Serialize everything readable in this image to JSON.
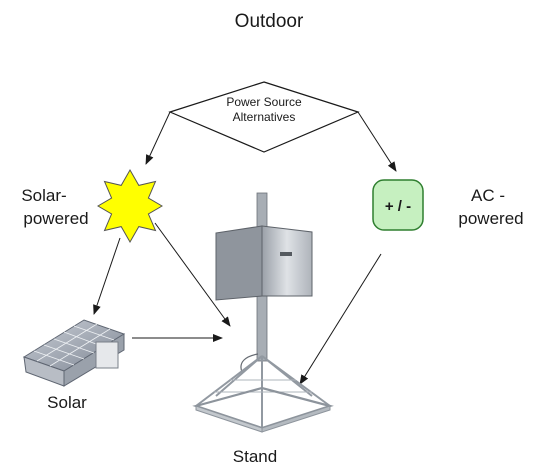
{
  "title": "Outdoor",
  "decision": {
    "line1": "Power Source",
    "line2": "Alternatives"
  },
  "solar_source": {
    "line1": "Solar-",
    "line2": "powered"
  },
  "ac_source": {
    "line1": "AC -",
    "line2": "powered",
    "symbol": "+ / -"
  },
  "solar_panel": {
    "label": "Solar"
  },
  "stand": {
    "label": "Stand"
  },
  "icons": {
    "sun": "sun-icon",
    "ac": "plus-minus-icon",
    "panel": "solar-panel-icon",
    "stand": "tower-stand-icon"
  },
  "colors": {
    "sun_fill": "#ffff00",
    "ac_fill": "#c6f0c0",
    "ac_stroke": "#2f7f2f",
    "arrow": "#1a1a1a",
    "box": "#c8ccd2"
  }
}
